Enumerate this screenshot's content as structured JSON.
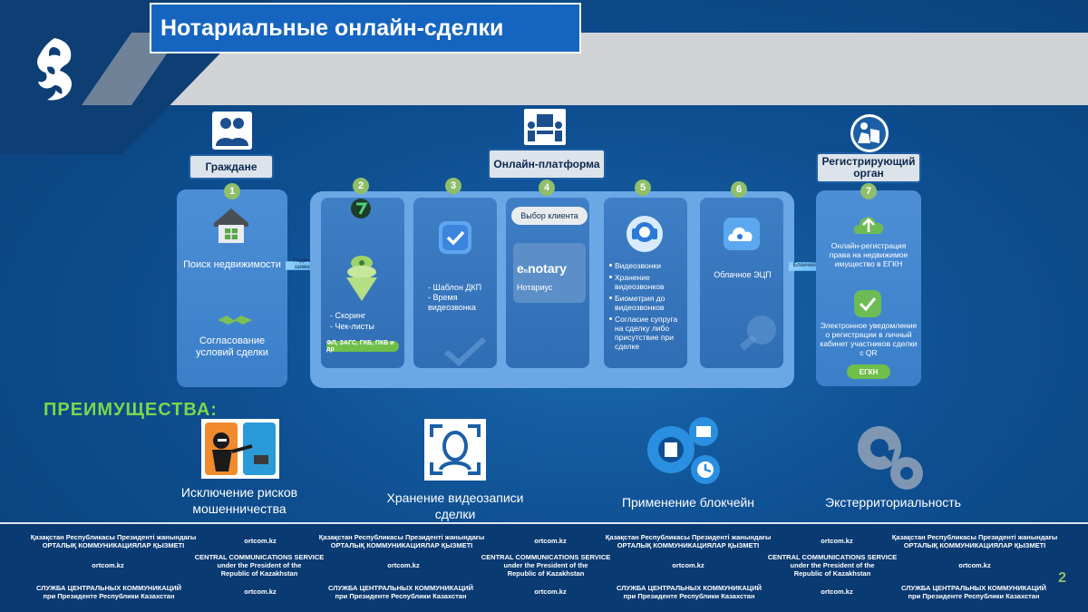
{
  "title": "Нотариальные онлайн-сделки",
  "stages": {
    "citizens": "Граждане",
    "platform": "Онлайн-платформа",
    "registrar": "Регистрирующий орган"
  },
  "steps": {
    "n1": "1",
    "n2": "2",
    "n3": "3",
    "n4": "4",
    "n5": "5",
    "n6": "6",
    "n7": "7"
  },
  "card1": {
    "search": "Поиск недвижимости",
    "agree": "Согласование условий сделки"
  },
  "arrow1": "Подача заявки",
  "card2": {
    "items": "- Скоринг\n- Чек-листы",
    "pill": "ФЛ, ЗАГС, ГКБ, ПКБ и др"
  },
  "card3": {
    "items": "- Шаблон ДКП\n- Время видеозвонка"
  },
  "card4": {
    "choose": "Выбор клиента",
    "brand_e": "e",
    "brand_n": "n",
    "brand_rest": "notary",
    "role": "Нотариус"
  },
  "card5": {
    "items": [
      "Видеозвонки",
      "Хранение видеозвонков",
      "Биометрия до видеозвонков",
      "Согласие супруга на сделку либо присутствие при сделке"
    ]
  },
  "card6": {
    "label": "Облачное ЭЦП"
  },
  "arrow2": "Блокчейн",
  "card7": {
    "reg": "Онлайн-регистрация права на недвижимое имущество в ЕГКН",
    "notice": "Электронное уведомление о регистрации в личный кабинет участников сделки с QR",
    "pill": "ЕГКН"
  },
  "advantages": {
    "title": "ПРЕИМУЩЕСТВА:",
    "items": [
      "Исключение рисков мошенничества",
      "Хранение видеозаписи сделки",
      "Применение блокчейн",
      "Экстерриториальность"
    ]
  },
  "footer": {
    "kz1": "Қазақстан Республикасы Президенті жанындағы",
    "kz2": "ОРТАЛЫҚ КОММУНИКАЦИЯЛАР ҚЫЗМЕТІ",
    "en1": "CENTRAL COMMUNICATIONS SERVICE",
    "en2": "under the President of the",
    "en3": "Republic of Kazakhstan",
    "ru1": "СЛУЖБА ЦЕНТРАЛЬНЫХ КОММУНИКАЦИЙ",
    "ru2": "при Президенте Республики Казахстан",
    "site": "ortcom.kz"
  },
  "page_number": "2",
  "colors": {
    "background": "#0e4f91",
    "accent_green": "#7cd64a",
    "title_box": "#1565c0"
  }
}
